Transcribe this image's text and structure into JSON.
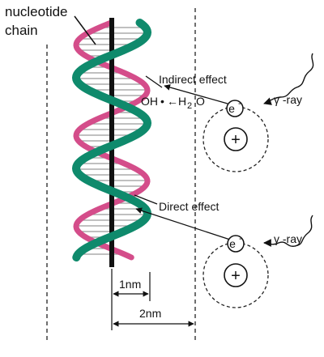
{
  "labels": {
    "nucleotide_line1": "nucleotide",
    "nucleotide_line2": "chain",
    "indirect_effect": "Indirect effect",
    "oh": "OH",
    "radical_dot": "•",
    "arrow_left": "←",
    "h2o_h": "H",
    "h2o_sub": "2",
    "h2o_o": "O",
    "direct_effect": "Direct effect",
    "gamma_ray": "γ -ray",
    "electron": "e",
    "electron_sup": "-",
    "plus": "+",
    "dim_1nm": "1nm",
    "dim_2nm": "2nm"
  },
  "colors": {
    "green_strand": "#0f8a6c",
    "pink_strand": "#d44d8a",
    "axis": "#111111",
    "rungs": "#9a9a9a",
    "dashed": "#222222"
  }
}
